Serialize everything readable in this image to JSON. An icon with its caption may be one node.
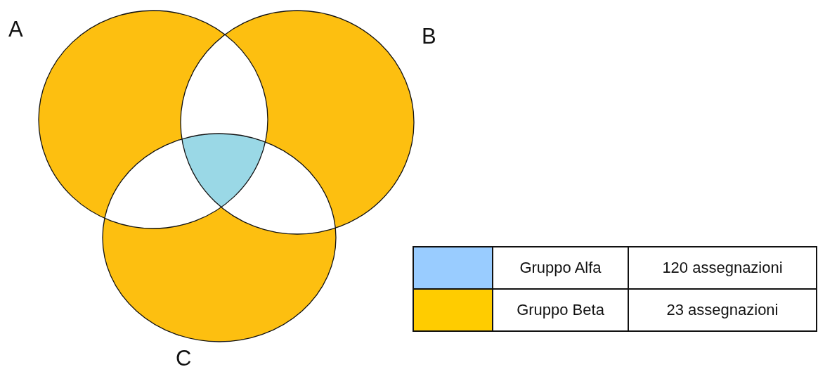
{
  "diagram": {
    "labels": [
      "A",
      "B",
      "C",
      "120 assegnazioni",
      "23 assegnazioni"
    ],
    "legend": [
      {
        "text": "Gruppo Alfa",
        "color": "#99ccff"
      },
      {
        "text": "Gruppo Beta",
        "color": "#ffcc00"
      }
    ]
  }
}
